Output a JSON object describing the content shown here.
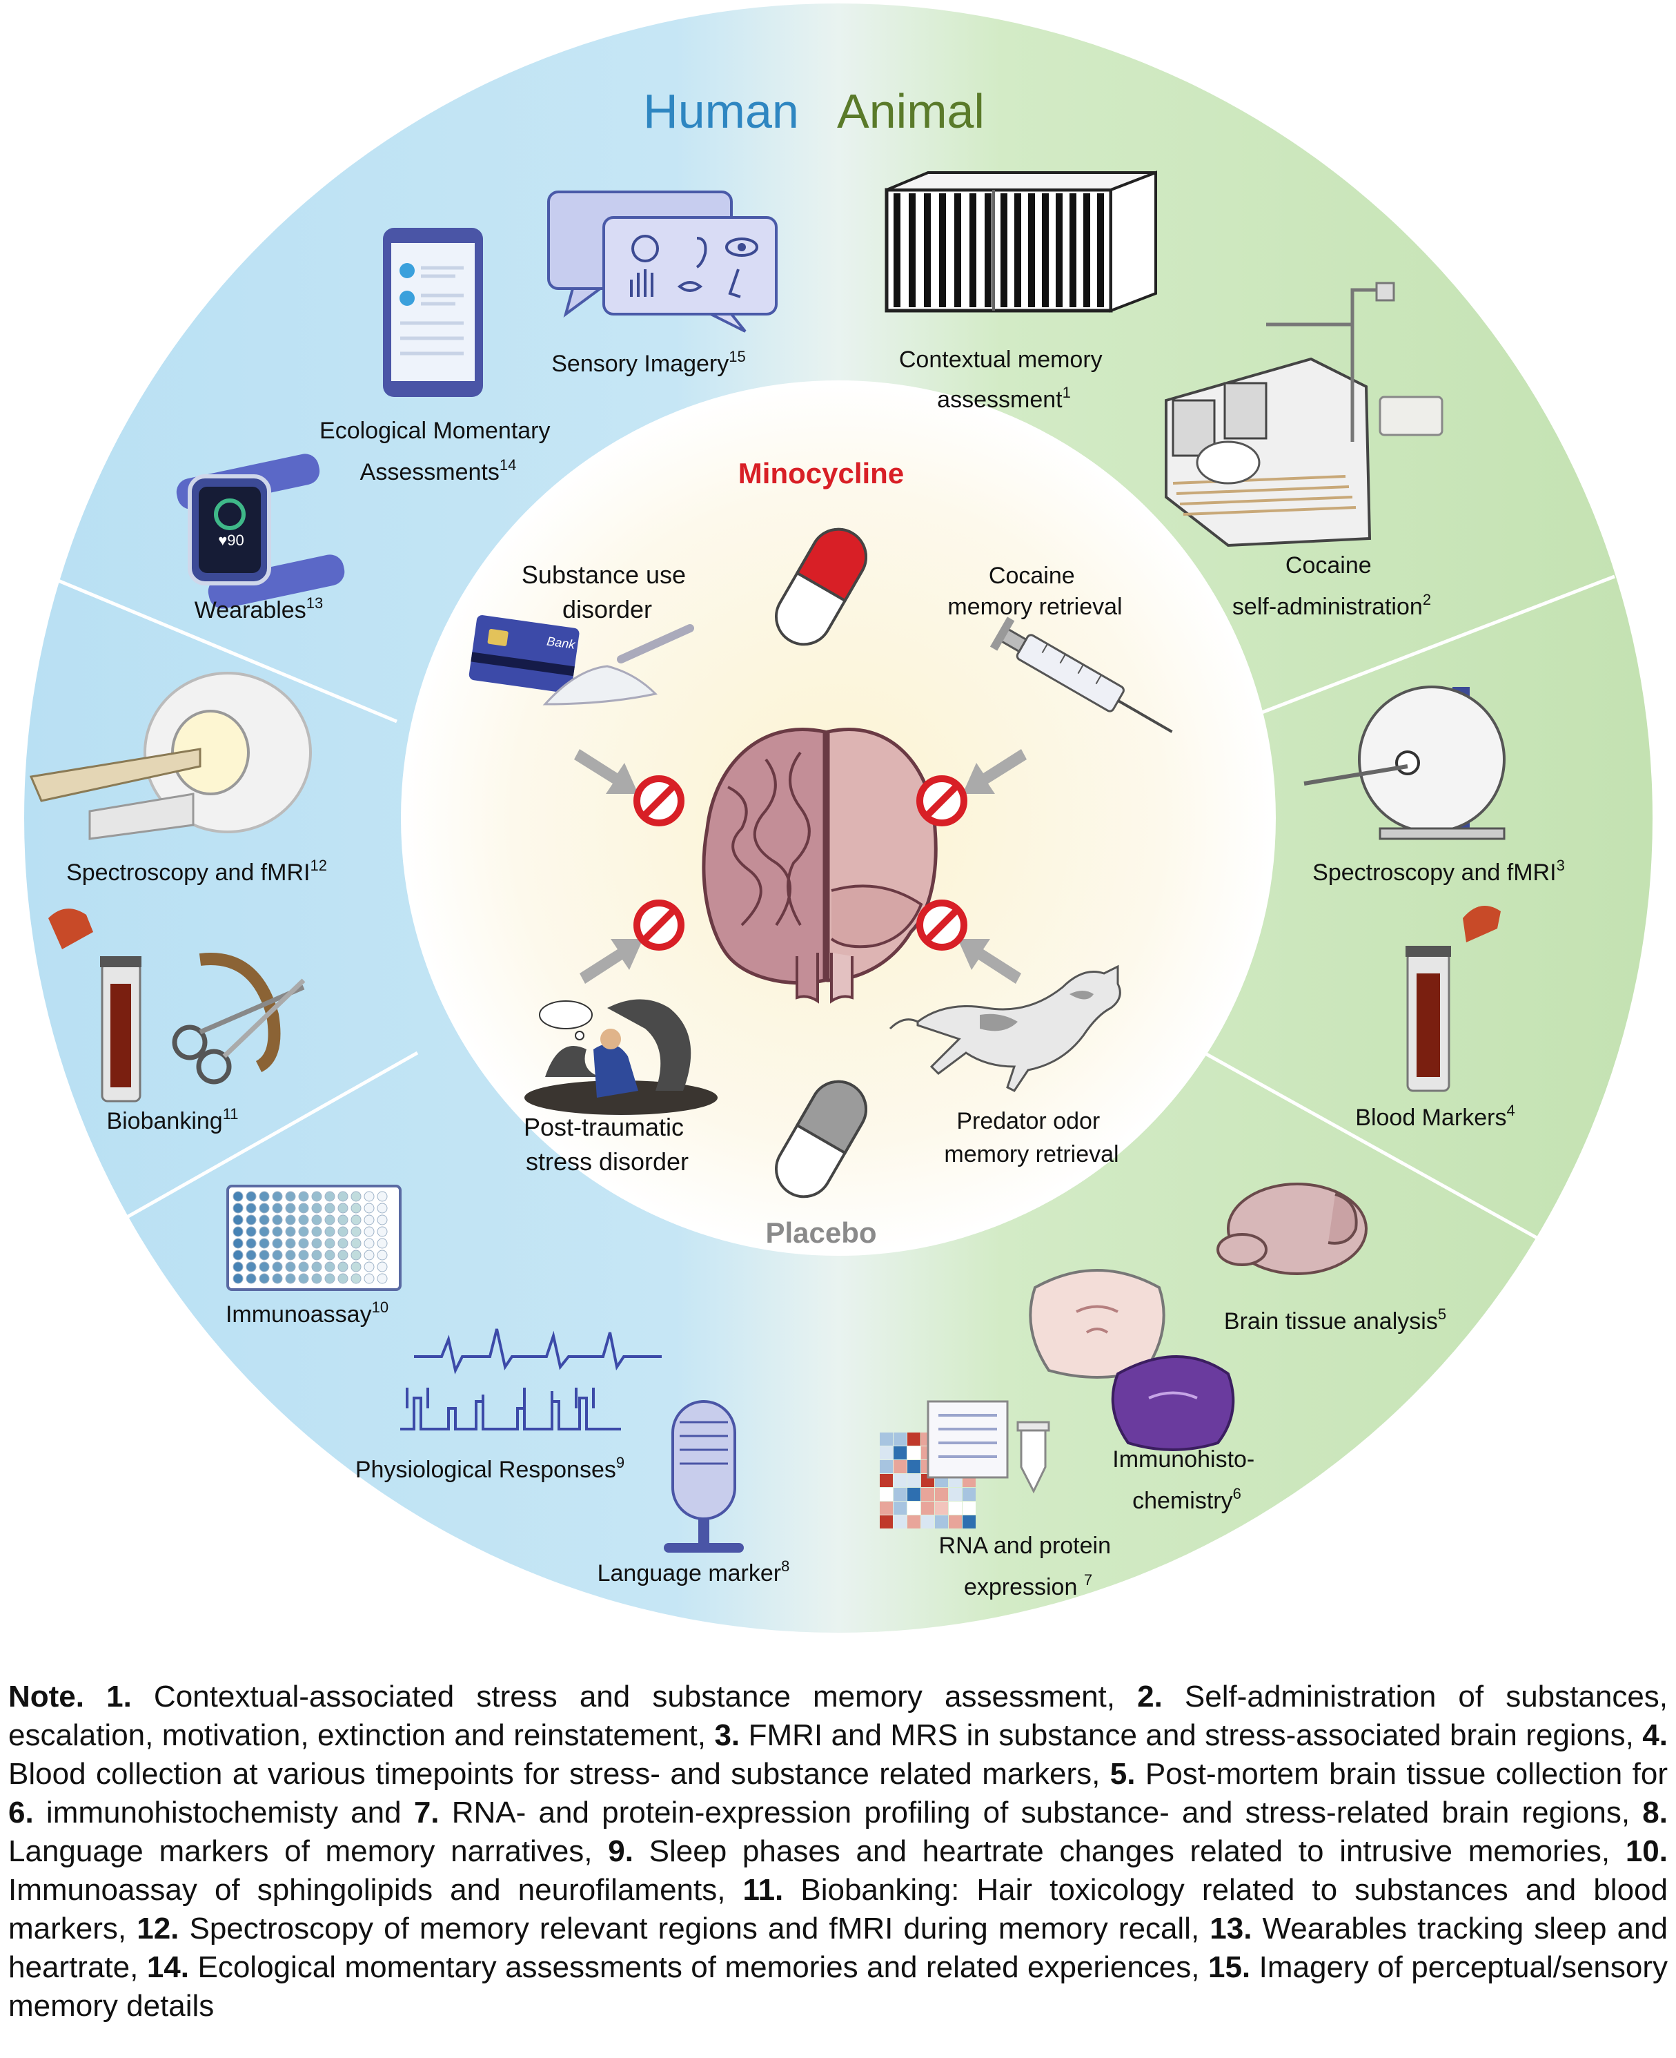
{
  "header": {
    "human": "Human",
    "animal": "Animal"
  },
  "colors": {
    "human_blue": "#2e86c1",
    "animal_green": "#5a7a2a",
    "human_bg": "#bfe3f3",
    "animal_bg": "#cde6bf",
    "minocycline_red": "#d81f26",
    "placebo_gray": "#8a8a8a"
  },
  "center": {
    "minocycline": "Minocycline",
    "placebo": "Placebo",
    "sud_line1": "Substance use",
    "sud_line2": "disorder",
    "ptsd_line1": "Post-traumatic",
    "ptsd_line2": "stress disorder",
    "cocaine_line1": "Cocaine",
    "cocaine_line2": "memory retrieval",
    "predator_line1": "Predator odor",
    "predator_line2": "memory retrieval",
    "card_text": "Bank"
  },
  "human": {
    "sensory": {
      "text": "Sensory Imagery",
      "ref": "15"
    },
    "ema": {
      "line1": "Ecological Momentary",
      "line2": "Assessments",
      "ref": "14"
    },
    "wearables": {
      "text": "Wearables",
      "ref": "13",
      "watch_text": "♥90"
    },
    "spectroscopy": {
      "text": "Spectroscopy and fMRI",
      "ref": "12"
    },
    "biobanking": {
      "text": "Biobanking",
      "ref": "11"
    },
    "immunoassay": {
      "text": "Immunoassay",
      "ref": "10"
    },
    "physio": {
      "text": "Physiological Responses",
      "ref": "9"
    },
    "language": {
      "text": "Language marker",
      "ref": "8"
    }
  },
  "animal": {
    "contextual": {
      "line1": "Contextual memory",
      "line2": "assessment",
      "ref": "1"
    },
    "cocaine_sa": {
      "line1": "Cocaine",
      "line2": "self-administration",
      "ref": "2"
    },
    "spectroscopy": {
      "text": "Spectroscopy and fMRI",
      "ref": "3"
    },
    "blood": {
      "text": "Blood Markers",
      "ref": "4"
    },
    "brain_tissue": {
      "text": "Brain tissue analysis",
      "ref": "5"
    },
    "ihc": {
      "line1": "Immunohisto-",
      "line2": "chemistry",
      "ref": "6"
    },
    "rna": {
      "line1": "RNA and protein",
      "line2": "expression ",
      "ref": "7"
    }
  },
  "note": {
    "label": "Note.",
    "items": [
      {
        "num": "1.",
        "text": " Contextual-associated stress and substance memory assessment, "
      },
      {
        "num": "2.",
        "text": " Self-administration of substances, escalation, motivation, extinction and reinstatement, "
      },
      {
        "num": "3.",
        "text": " FMRI and MRS in substance and stress-associated brain regions, "
      },
      {
        "num": "4.",
        "text": " Blood collection at various timepoints for stress- and substance related markers, "
      },
      {
        "num": "5.",
        "text": " Post-mortem brain tissue collection for "
      },
      {
        "num": "6.",
        "text": " immunohistochemisty and "
      },
      {
        "num": "7.",
        "text": " RNA- and protein-expression profiling of substance- and stress-related brain regions, "
      },
      {
        "num": "8.",
        "text": " Language markers of memory narratives, "
      },
      {
        "num": "9.",
        "text": " Sleep phases and heartrate changes related to intrusive memories, "
      },
      {
        "num": "10.",
        "text": " Immunoassay of sphingolipids and neurofilaments, "
      },
      {
        "num": "11.",
        "text": " Biobanking: Hair toxicology related to substances and blood markers, "
      },
      {
        "num": "12.",
        "text": " Spectroscopy of memory relevant regions and fMRI during memory recall, "
      },
      {
        "num": "13.",
        "text": " Wearables tracking sleep and heartrate, "
      },
      {
        "num": "14.",
        "text": " Ecological momentary assessments of memories and related experiences, "
      },
      {
        "num": "15.",
        "text": " Imagery of perceptual/sensory memory details"
      }
    ]
  }
}
